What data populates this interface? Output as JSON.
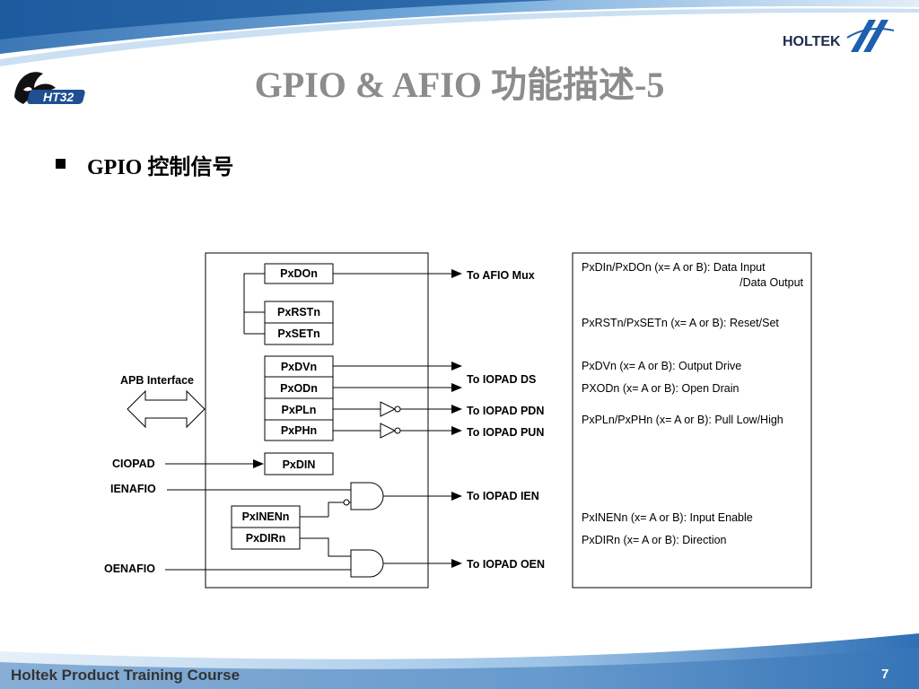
{
  "slide": {
    "title": "GPIO & AFIO 功能描述-5",
    "bullet": "GPIO 控制信号",
    "footer": "Holtek Product Training Course",
    "page_number": "7",
    "logo_left_text": "HT32",
    "logo_right_text": "HOLTEK"
  },
  "diagram": {
    "registers": [
      "PxDOn",
      "PxRSTn",
      "PxSETn",
      "PxDVn",
      "PxODn",
      "PxPLn",
      "PxPHn",
      "PxDIN",
      "PxINENn",
      "PxDIRn"
    ],
    "inputs": {
      "apb": "APB Interface",
      "ciopad": "CIOPAD",
      "ienafio": "IENAFIO",
      "oenafio": "OENAFIO"
    },
    "outputs": {
      "afio_mux": "To AFIO Mux",
      "iopad_ds": "To IOPAD DS",
      "iopad_pdn": "To IOPAD PDN",
      "iopad_pun": "To IOPAD PUN",
      "iopad_ien": "To IOPAD IEN",
      "iopad_oen": "To IOPAD OEN"
    }
  },
  "legend": {
    "data_line1": "PxDIn/PxDOn (x= A or B): Data Input",
    "data_line2": "/Data Output",
    "reset_set": "PxRSTn/PxSETn (x= A or B): Reset/Set",
    "drive": "PxDVn (x= A or B): Output Drive",
    "open_drain": "PXODn (x= A or B): Open Drain",
    "pull": "PxPLn/PxPHn (x= A or B): Pull Low/High",
    "input_enable": "PxINENn (x= A or B): Input Enable",
    "direction": "PxDIRn (x= A or B): Direction"
  },
  "colors": {
    "title": "#8c8c8c",
    "swoosh": "#5b9bd5",
    "footer_band": "#3a78b8"
  }
}
